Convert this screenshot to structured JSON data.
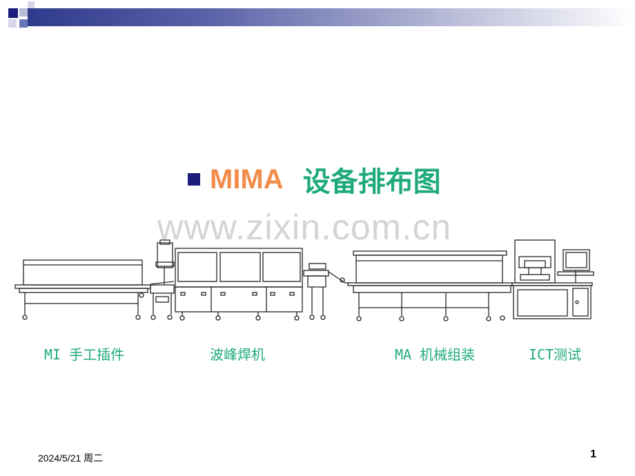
{
  "slide": {
    "title_prefix": "MIMA",
    "title_main": "设备排布图",
    "watermark": "www.zixin.com.cn",
    "footer_date": "2024/5/21 周二",
    "page_number": "1"
  },
  "stations": [
    {
      "label": "MI 手工插件"
    },
    {
      "label": "波峰焊机"
    },
    {
      "label": "MA 机械组装"
    },
    {
      "label": "ICT测试"
    }
  ],
  "colors": {
    "accent_orange": "#f28c4a",
    "accent_green": "#1faa7c",
    "bullet_navy": "#1c1c7a"
  }
}
